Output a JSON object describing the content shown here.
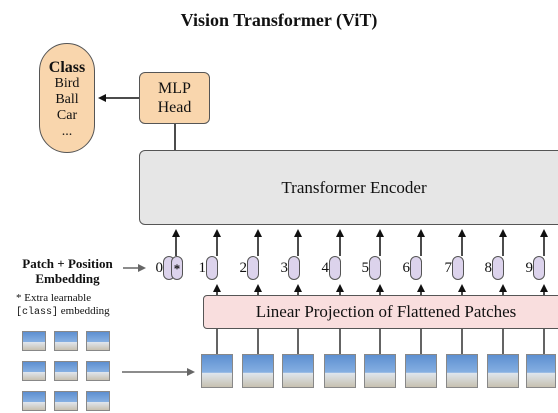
{
  "title": "Vision Transformer (ViT)",
  "class_box": {
    "header": "Class",
    "items": [
      "Bird",
      "Ball",
      "Car",
      "..."
    ]
  },
  "mlp_head": {
    "line1": "MLP",
    "line2": "Head"
  },
  "encoder": {
    "label": "Transformer Encoder"
  },
  "embedding_label": {
    "line1": "Patch + Position",
    "line2": "Embedding"
  },
  "note": {
    "line1": "* Extra learnable",
    "mono": "[class]",
    "line2_rest": " embedding"
  },
  "projection": {
    "label": "Linear Projection of Flattened Patches"
  },
  "tokens": [
    {
      "num": "0",
      "star": "*"
    },
    {
      "num": "1"
    },
    {
      "num": "2"
    },
    {
      "num": "3"
    },
    {
      "num": "4"
    },
    {
      "num": "5"
    },
    {
      "num": "6"
    },
    {
      "num": "7"
    },
    {
      "num": "8"
    },
    {
      "num": "9"
    }
  ],
  "colors": {
    "orange": "#f9d6ad",
    "purple": "#dcd3ec",
    "pink": "#f9dede",
    "gray": "#e6e6e6"
  }
}
